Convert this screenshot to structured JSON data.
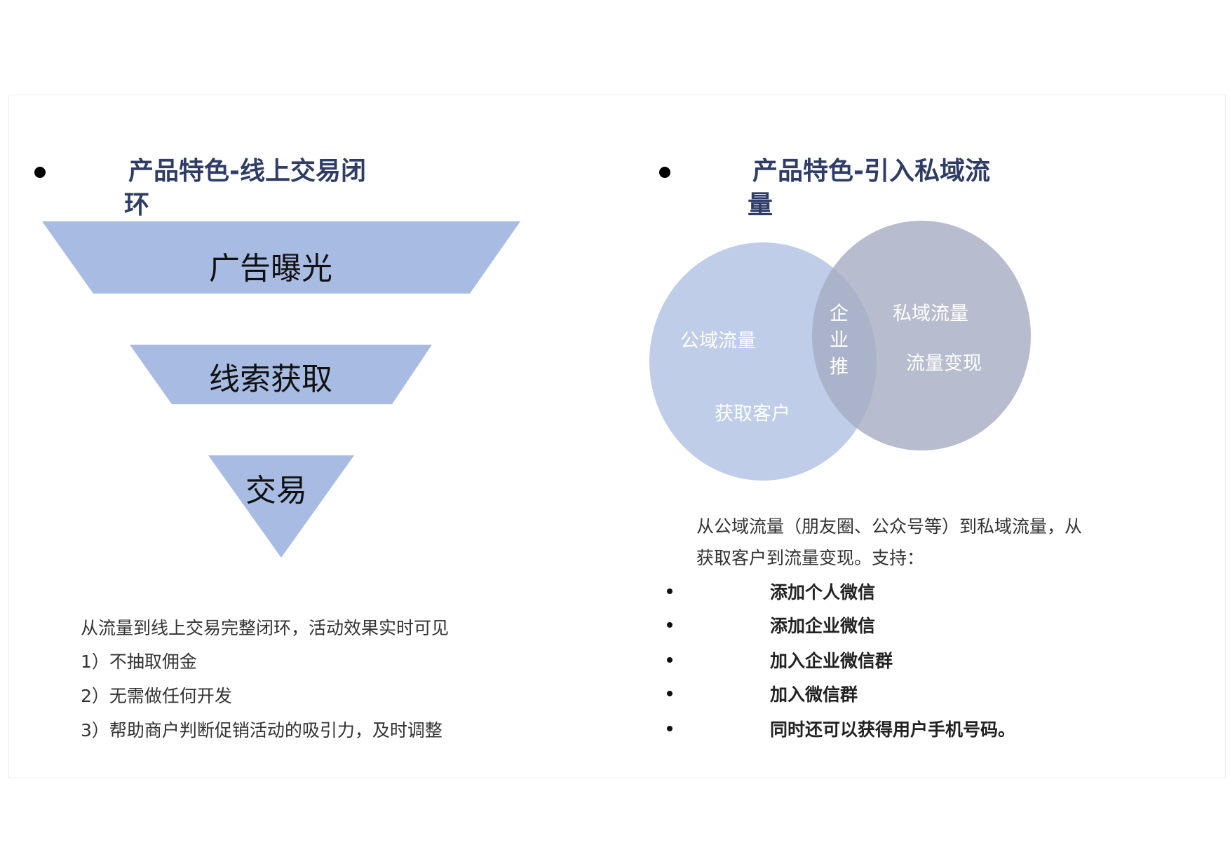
{
  "left": {
    "title_line1": "产品特色-线上交易闭",
    "title_line2": "环",
    "funnel": [
      "广告曝光",
      "线索获取",
      "交易"
    ],
    "description": "从流量到线上交易完整闭环，活动效果实时可见",
    "points": [
      "1）不抽取佣金",
      "2）无需做任何开发",
      "3）帮助商户判断促销活动的吸引力，及时调整"
    ]
  },
  "right": {
    "title_line1": "产品特色-引入私域流",
    "title_line2": "量",
    "venn": {
      "left_circle": [
        "公域流量",
        "获取客户"
      ],
      "overlap": [
        "企",
        "业",
        "推"
      ],
      "right_circle": [
        "私域流量",
        "流量变现"
      ]
    },
    "paragraph_line1": "从公域流量（朋友圈、公众号等）到私域流量，从",
    "paragraph_line2": "获取客户到流量变现。支持：",
    "list": [
      "添加个人微信",
      "添加企业微信",
      "加入企业微信群",
      "加入微信群",
      "同时还可以获得用户手机号码。"
    ]
  },
  "colors": {
    "title": "#2f3d66",
    "funnel": "#a8bbe2",
    "venn_left": "#bfcde9",
    "venn_right": "#b3bacb"
  }
}
